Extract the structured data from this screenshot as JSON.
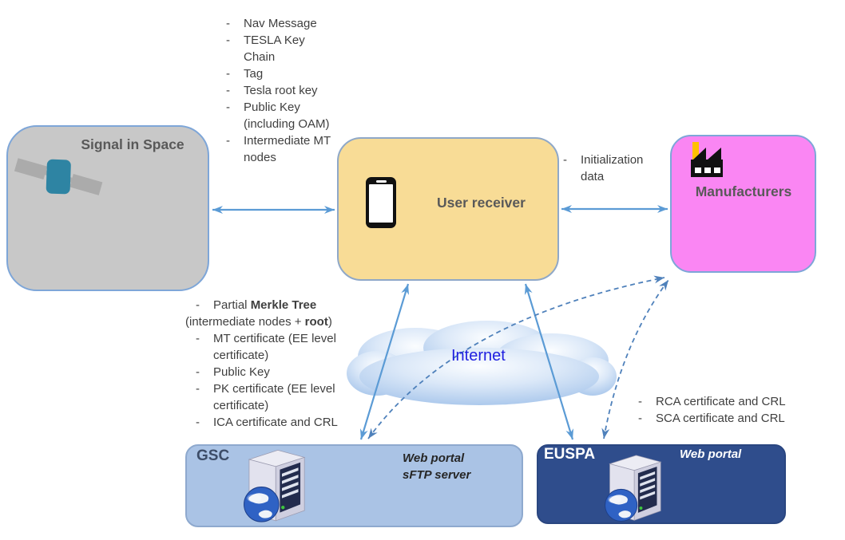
{
  "bullet": "-",
  "boxes": {
    "signal_in_space": {
      "label": "Signal in Space"
    },
    "user_receiver": {
      "label": "User receiver"
    },
    "manufacturers": {
      "label": "Manufacturers"
    },
    "gsc": {
      "label": "GSC",
      "caption_line1": "Web portal",
      "caption_line2": "sFTP server"
    },
    "euspa": {
      "label": "EUSPA",
      "caption": "Web portal"
    }
  },
  "cloud": {
    "label": "Internet"
  },
  "annotations": {
    "sis_broadcast": {
      "items": [
        "Nav Message",
        "TESLA Key Chain",
        "Tag",
        "Tesla root key",
        "Public Key (including OAM)",
        "Intermediate MT nodes"
      ]
    },
    "manufacturer_provision": {
      "items": [
        "Initialization data"
      ]
    },
    "online_distribution": {
      "line1_pre": "Partial ",
      "line1_bold": "Merkle Tree",
      "line2_pre": "(intermediate nodes + ",
      "line2_bold": "root",
      "line2_post": ")",
      "items": [
        "MT certificate (EE level certificate)",
        "Public Key",
        "PK certificate (EE level certificate)",
        "ICA certificate and CRL"
      ]
    },
    "euspa_distribution": {
      "items": [
        "RCA certificate and CRL",
        "SCA certificate and CRL"
      ]
    }
  },
  "icons": {
    "signal_in_space": "satellite-icon",
    "user_receiver": "smartphone-icon",
    "manufacturers": "factory-icon",
    "gsc": "server-globe-icon",
    "euspa": "server-globe-icon"
  },
  "colors": {
    "solid_arrow": "#5b9bd5",
    "dashed_arrow": "#4f81bb",
    "signal_in_space_fill": "#c8c8c8",
    "user_receiver_fill": "#f8dc96",
    "manufacturers_fill": "#fa86f3",
    "gsc_fill": "#aac3e5",
    "euspa_fill": "#2f4d8c",
    "internet_text": "#1f1fe0",
    "box_title_text": "#595959",
    "annotation_text": "#3f3f3f"
  }
}
